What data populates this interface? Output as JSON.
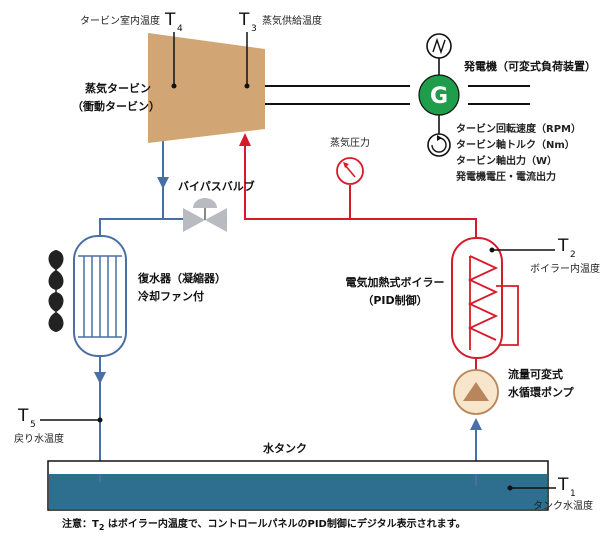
{
  "turbine": {
    "name_line1": "蒸気タービン",
    "name_line2": "（衝動タービン）",
    "t4_caption": "タービン室内温度",
    "t3_caption": "蒸気供給温度"
  },
  "generator": {
    "title": "発電機（可変式負荷装置）",
    "symbol": "G",
    "readout_1": "タービン回転速度（RPM）",
    "readout_2": "タービン軸トルク（Nm）",
    "readout_3": "タービン軸出力（W）",
    "readout_4": "発電機電圧・電流出力"
  },
  "sensors": {
    "t_letter": "T",
    "t1_sub": "1",
    "t2_sub": "2",
    "t3_sub": "3",
    "t4_sub": "4",
    "t5_sub": "5",
    "t1_caption": "タンク水温度",
    "t2_caption": "ボイラー内温度",
    "t5_caption": "戻り水温度",
    "pressure_caption": "蒸気圧力"
  },
  "bypass_valve": {
    "label": "バイパスバルブ"
  },
  "condenser": {
    "line1": "復水器（凝縮器）",
    "line2": "冷却ファン付"
  },
  "boiler": {
    "line1": "電気加熱式ボイラー",
    "line2": "（PID制御）"
  },
  "pump": {
    "line1": "流量可変式",
    "line2": "水循環ポンプ"
  },
  "tank": {
    "label": "水タンク"
  },
  "footnote": {
    "prefix": "注意：T",
    "sub": "2",
    "text": " はボイラー内温度で、コントロールパネルのPID制御にデジタル表示されます。"
  },
  "colors": {
    "steam_line": "#d81b2c",
    "water_line": "#4a6fa5",
    "turbine_fill": "#d2a575",
    "generator_green": "#1e9e4a",
    "pump_fill": "#f8e6cc",
    "pump_triangle": "#b8865a",
    "tank_water": "#2e6e8e",
    "valve_gray": "#b8bcc0"
  }
}
